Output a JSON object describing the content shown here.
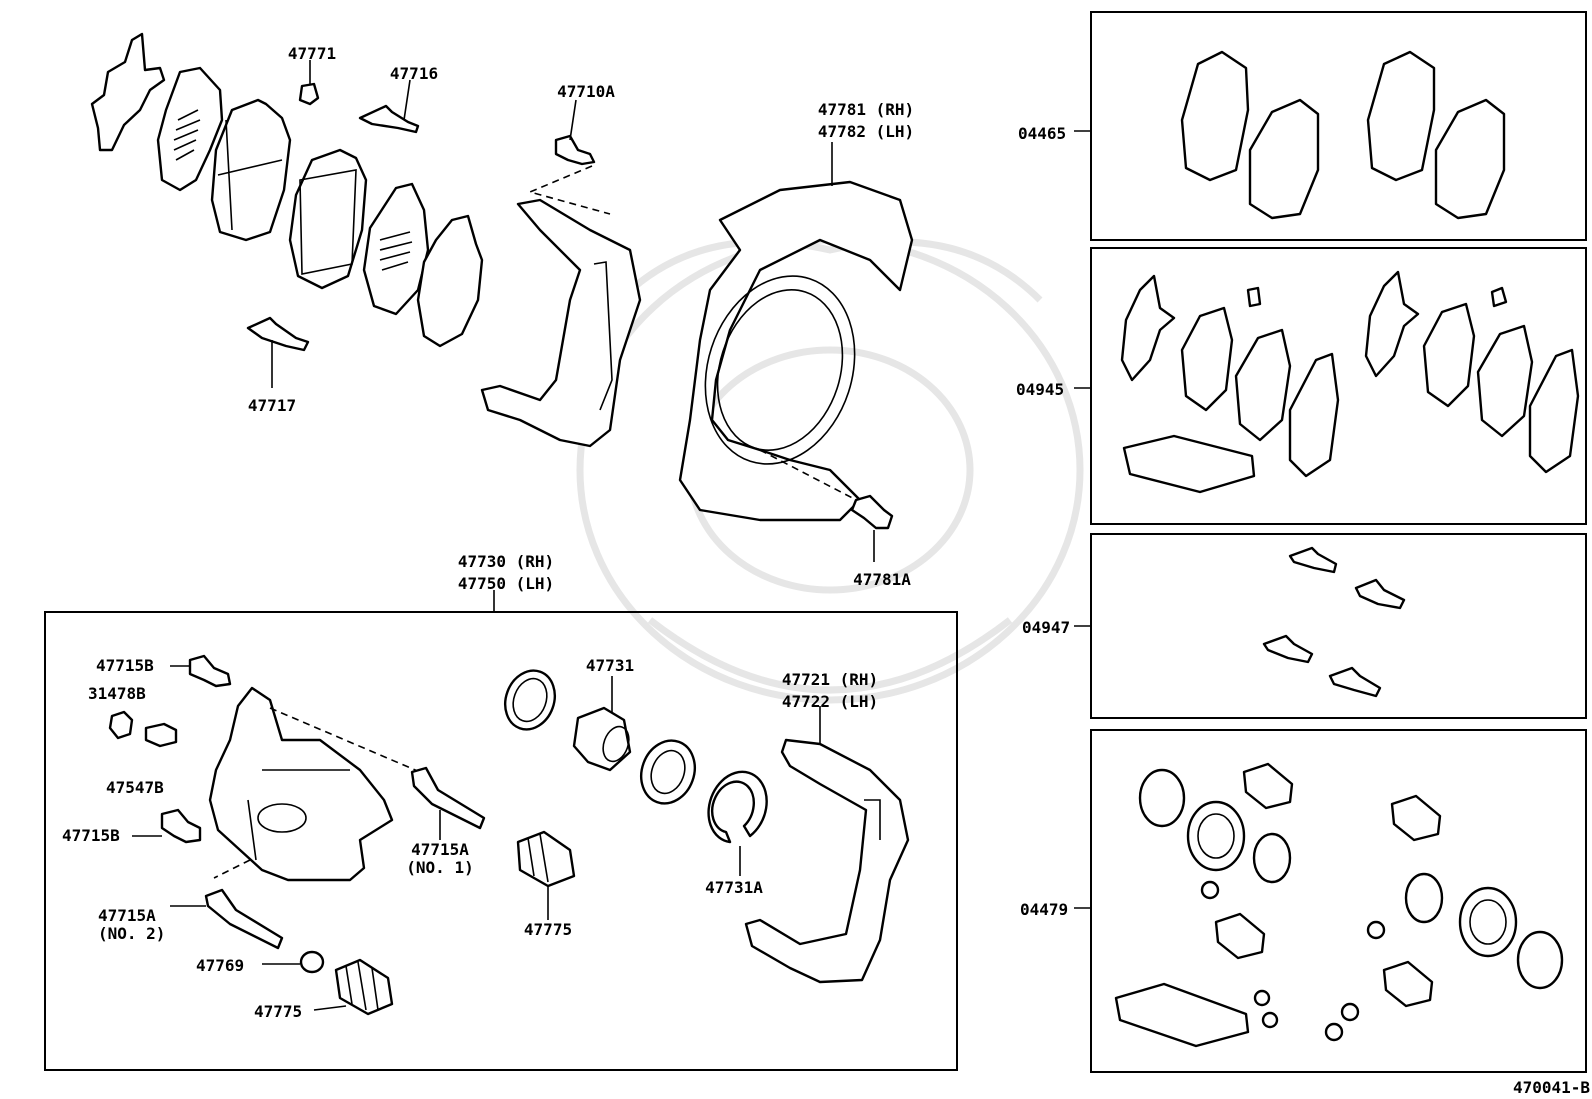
{
  "labels": {
    "p47771": "47771",
    "p47716": "47716",
    "p47717": "47717",
    "p47710A": "47710A",
    "p47781": "47781 (RH)",
    "p47782": "47782 (LH)",
    "p47781A": "47781A",
    "p47730": "47730 (RH)",
    "p47750": "47750 (LH)",
    "p47715B_top": "47715B",
    "p31478B": "31478B",
    "p47547B": "47547B",
    "p47715B_mid": "47715B",
    "p47715A_no1": "47715A",
    "p47715A_no1_sub": "(NO. 1)",
    "p47715A_no2": "47715A",
    "p47715A_no2_sub": "(NO. 2)",
    "p47769": "47769",
    "p47775_low": "47775",
    "p47775_mid": "47775",
    "p47731": "47731",
    "p47731A": "47731A",
    "p47721": "47721 (RH)",
    "p47722": "47722 (LH)"
  },
  "kits": [
    {
      "code": "04465"
    },
    {
      "code": "04945"
    },
    {
      "code": "04947"
    },
    {
      "code": "04479"
    }
  ],
  "diagram_id": "470041-B"
}
